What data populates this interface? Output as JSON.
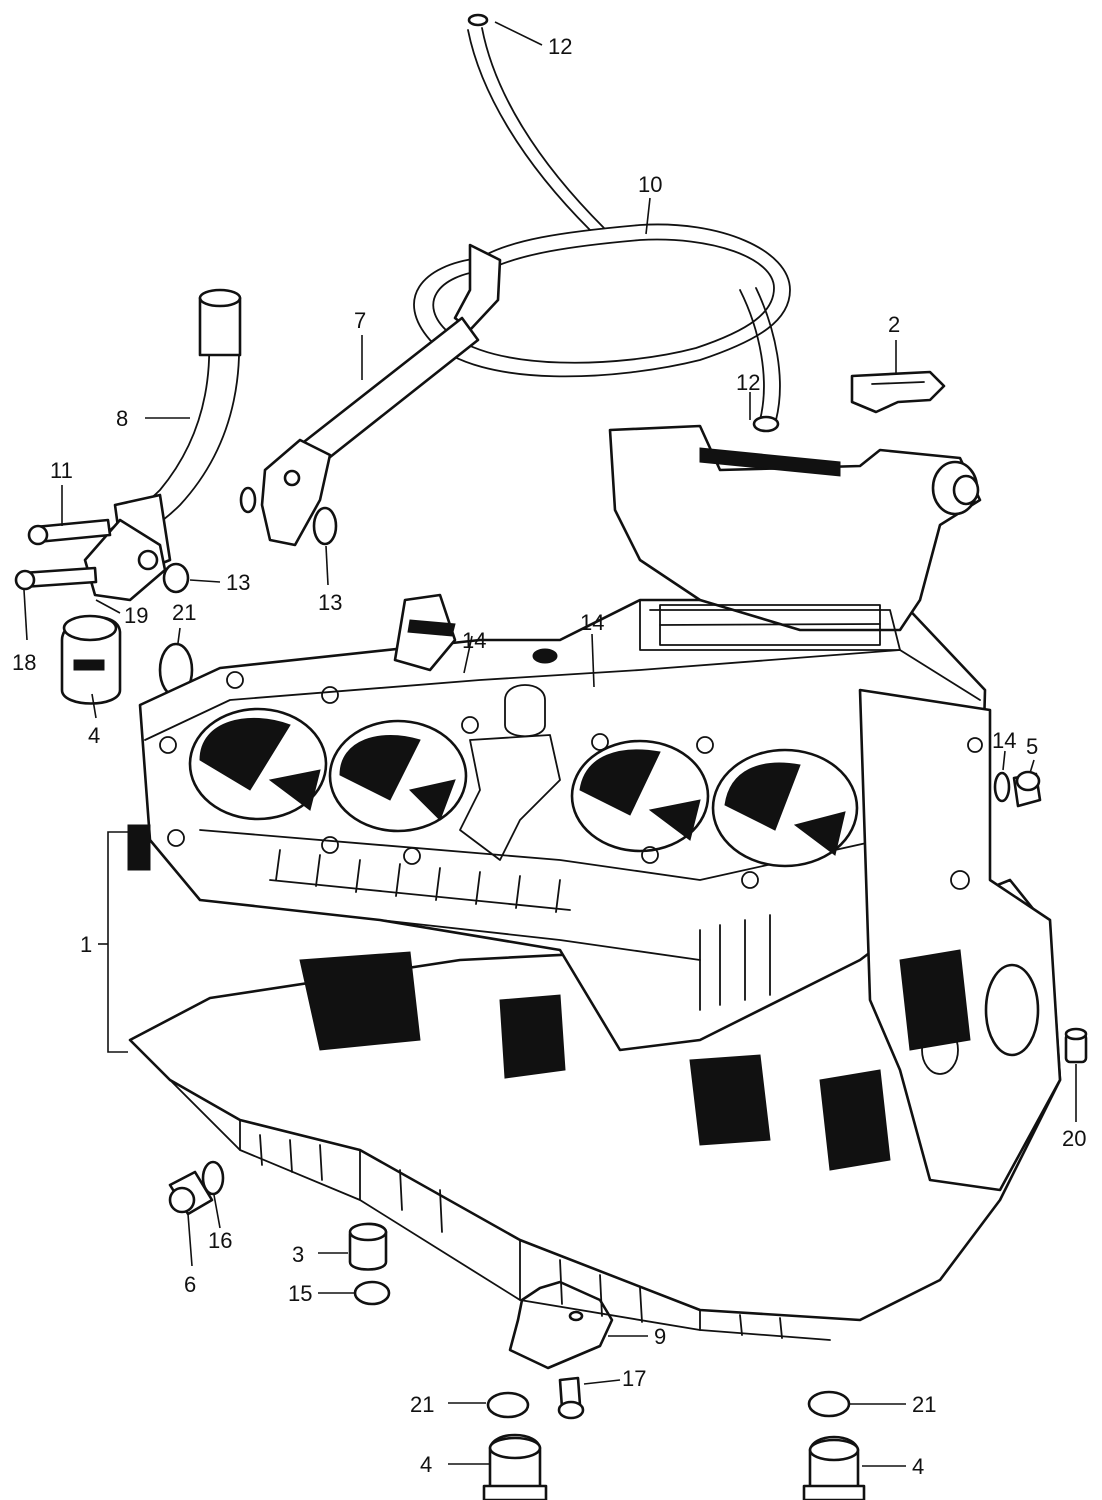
{
  "callouts": {
    "c1": "1",
    "c2": "2",
    "c3": "3",
    "c4a": "4",
    "c4b": "4",
    "c4c": "4",
    "c5": "5",
    "c6": "6",
    "c7": "7",
    "c8": "8",
    "c9": "9",
    "c10": "10",
    "c11": "11",
    "c12a": "12",
    "c12b": "12",
    "c13a": "13",
    "c13b": "13",
    "c14a": "14",
    "c14b": "14",
    "c14c": "14",
    "c15": "15",
    "c16": "16",
    "c17": "17",
    "c18": "18",
    "c19": "19",
    "c20": "20",
    "c21a": "21",
    "c21b": "21",
    "c21c": "21"
  }
}
